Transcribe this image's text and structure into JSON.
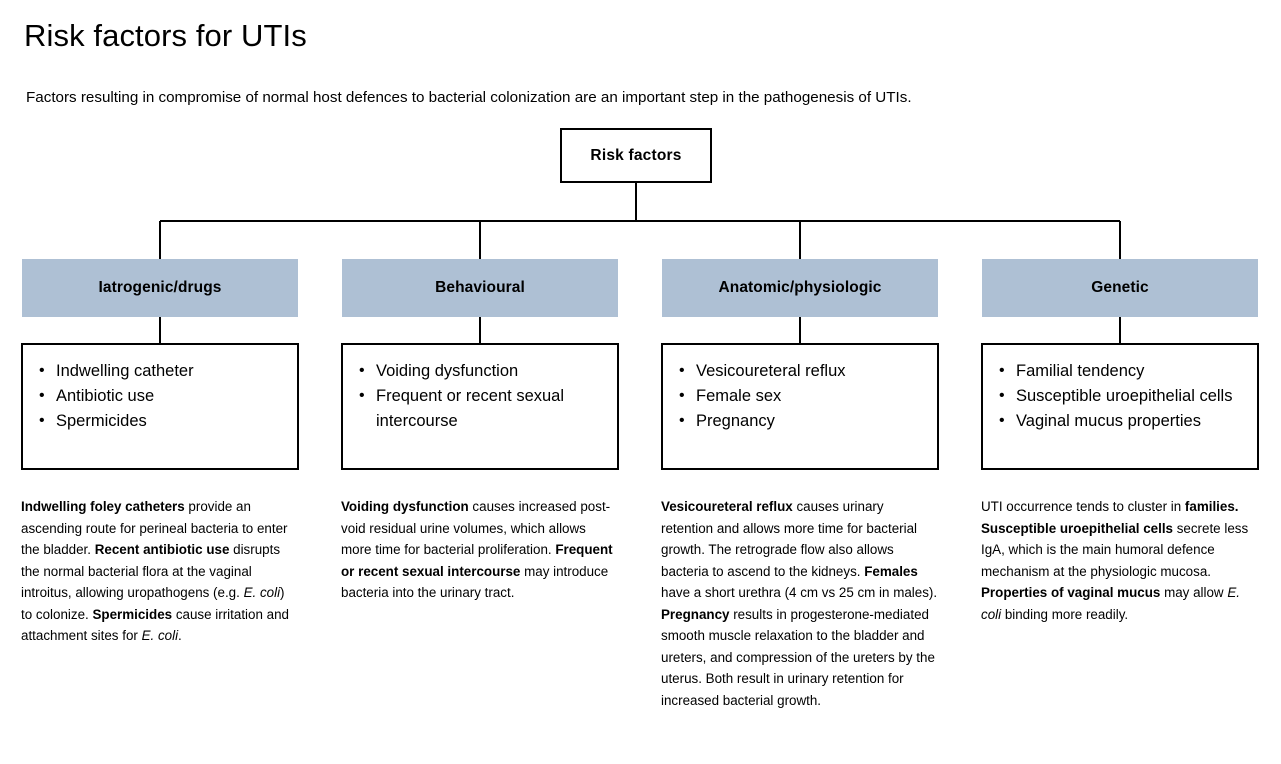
{
  "page": {
    "title": "Risk factors for UTIs",
    "subtitle": "Factors resulting in compromise of normal host defences to bacterial colonization are an important step in the pathogenesis of UTIs."
  },
  "colors": {
    "header_fill": "#aec0d4",
    "border": "#000000",
    "background": "#ffffff",
    "text": "#000000"
  },
  "diagram": {
    "type": "tree",
    "root": {
      "label": "Risk factors"
    },
    "columns": [
      {
        "header": "Iatrogenic/drugs",
        "bullets": [
          "Indwelling catheter",
          "Antibiotic use",
          "Spermicides"
        ],
        "note_segments": [
          {
            "text": "Indwelling foley catheters",
            "style": "bold"
          },
          {
            "text": " provide an ascending route for perineal bacteria to enter the bladder. ",
            "style": "normal"
          },
          {
            "text": "Recent antibiotic use",
            "style": "bold"
          },
          {
            "text": " disrupts the normal bacterial flora at the vaginal introitus, allowing uropathogens (e.g. ",
            "style": "normal"
          },
          {
            "text": "E. coli",
            "style": "italic"
          },
          {
            "text": ") to colonize. ",
            "style": "normal"
          },
          {
            "text": "Spermicides",
            "style": "bold"
          },
          {
            "text": " cause irritation and attachment sites for ",
            "style": "normal"
          },
          {
            "text": "E. coli",
            "style": "italic"
          },
          {
            "text": ".",
            "style": "normal"
          }
        ]
      },
      {
        "header": "Behavioural",
        "bullets": [
          "Voiding dysfunction",
          "Frequent or recent sexual intercourse"
        ],
        "note_segments": [
          {
            "text": "Voiding dysfunction",
            "style": "bold"
          },
          {
            "text": " causes increased post-void residual urine volumes, which allows more time for bacterial proliferation. ",
            "style": "normal"
          },
          {
            "text": "Frequent or recent sexual intercourse",
            "style": "bold"
          },
          {
            "text": " may introduce bacteria into the urinary tract.",
            "style": "normal"
          }
        ]
      },
      {
        "header": "Anatomic/physiologic",
        "bullets": [
          "Vesicoureteral reflux",
          "Female sex",
          "Pregnancy"
        ],
        "note_segments": [
          {
            "text": "Vesicoureteral reflux",
            "style": "bold"
          },
          {
            "text": " causes urinary retention and allows more time for bacterial growth. The retrograde flow also allows bacteria to ascend to the kidneys. ",
            "style": "normal"
          },
          {
            "text": "Females",
            "style": "bold"
          },
          {
            "text": " have a short urethra (4 cm vs 25 cm in males). ",
            "style": "normal"
          },
          {
            "text": "Pregnancy",
            "style": "bold"
          },
          {
            "text": " results in progesterone-mediated smooth muscle relaxation to the bladder and ureters, and compression of the ureters by the uterus. Both result in urinary retention for increased bacterial growth.",
            "style": "normal"
          }
        ]
      },
      {
        "header": "Genetic",
        "bullets": [
          "Familial tendency",
          "Susceptible uroepithelial cells",
          "Vaginal mucus properties"
        ],
        "note_segments": [
          {
            "text": "UTI occurrence tends to cluster in ",
            "style": "normal"
          },
          {
            "text": "families. Susceptible uroepithelial cells",
            "style": "bold"
          },
          {
            "text": " secrete less IgA, which is the main humoral defence mechanism at the physiologic mucosa. ",
            "style": "normal"
          },
          {
            "text": "Properties of vaginal mucus",
            "style": "bold"
          },
          {
            "text": " may allow ",
            "style": "normal"
          },
          {
            "text": "E. coli",
            "style": "italic"
          },
          {
            "text": " binding more readily.",
            "style": "normal"
          }
        ]
      }
    ]
  }
}
